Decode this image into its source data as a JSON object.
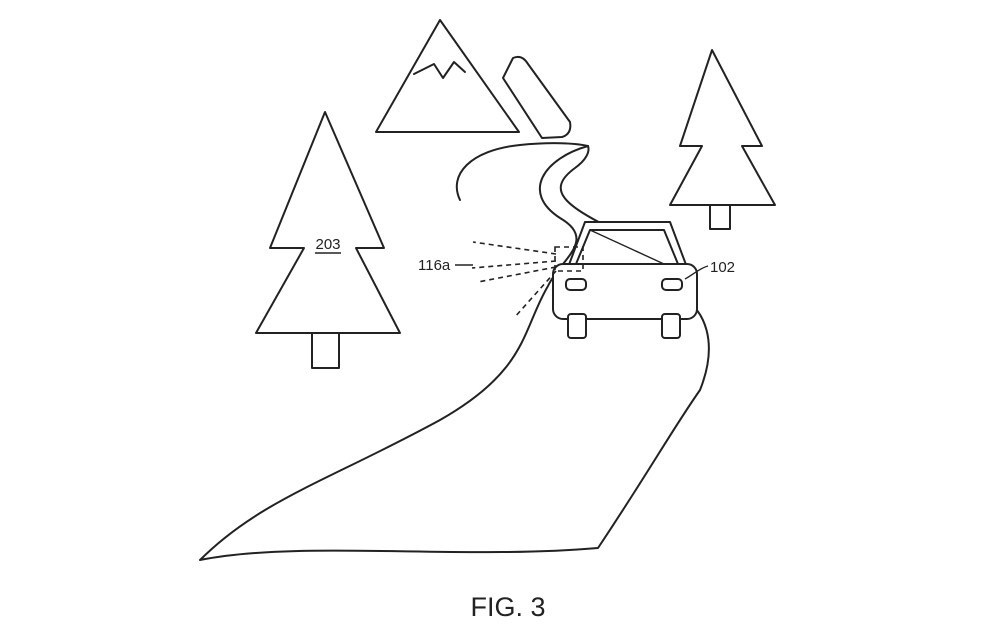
{
  "figure": {
    "caption": "FIG. 3",
    "labels": {
      "tree": "203",
      "sensor": "116a",
      "vehicle": "102"
    }
  }
}
